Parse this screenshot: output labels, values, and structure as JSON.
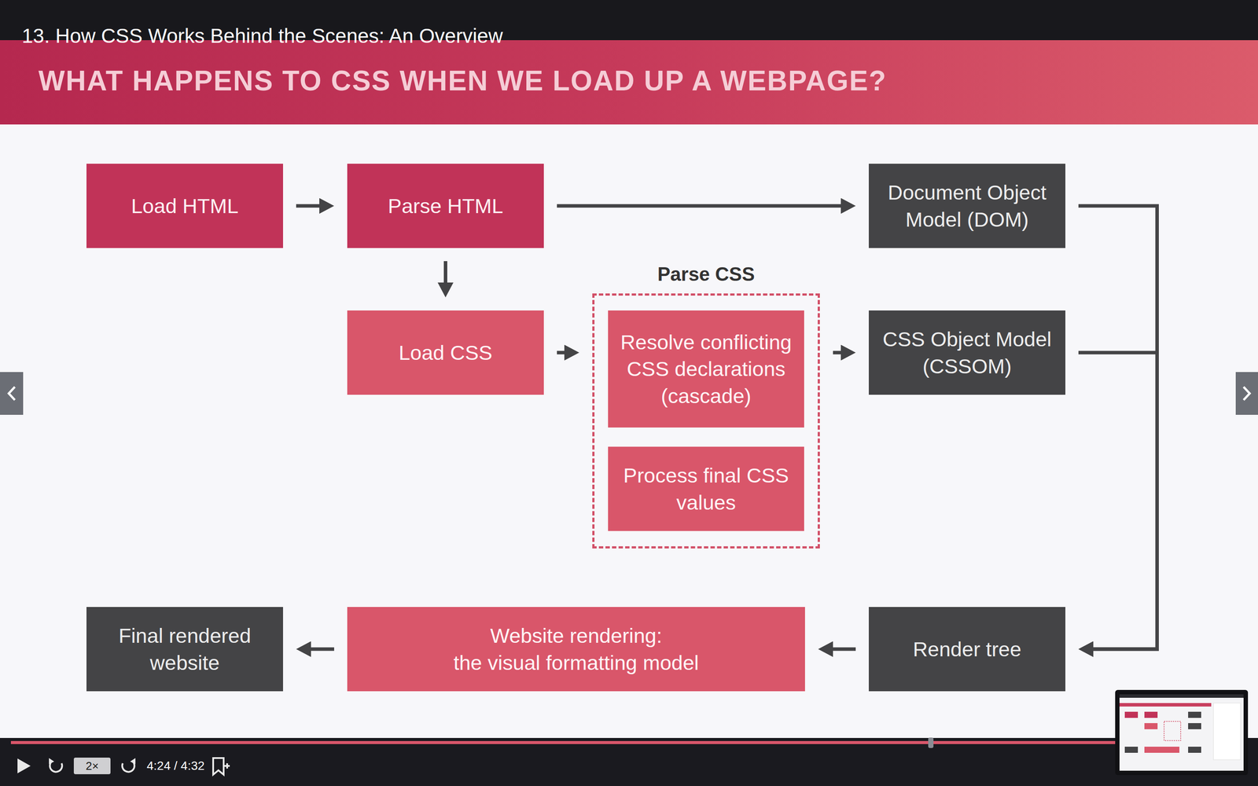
{
  "diagram": {
    "title": "WHAT HAPPENS TO CSS WHEN WE LOAD UP A WEBPAGE?",
    "nodes": [
      {
        "text": [
          "Load HTML"
        ]
      },
      {
        "text": [
          "Parse HTML"
        ]
      },
      {
        "text": [
          "Document Object Model (DOM)"
        ]
      },
      {
        "text": [
          "Load CSS"
        ]
      },
      {
        "text": [
          "Parse CSS"
        ]
      },
      {
        "text": [
          "Resolve conflicting CSS declarations (cascade)"
        ],
        "in": 4
      },
      {
        "text": [
          "Process final CSS values"
        ],
        "in": 4
      },
      {
        "text": [
          "CSS Object Model (CSSOM)"
        ]
      },
      {
        "text": [
          "Final rendered website"
        ]
      },
      {
        "text": [
          "Website rendering:",
          "the visual formatting model"
        ]
      },
      {
        "text": [
          "Render tree"
        ]
      }
    ],
    "edges": [
      {
        "from": 0,
        "to": 1,
        "arrow": "to"
      },
      {
        "from": 1,
        "to": 2,
        "arrow": "to"
      },
      {
        "from": 1,
        "to": 3,
        "arrow": "to"
      },
      {
        "from": 3,
        "to": 4,
        "arrow": "to"
      },
      {
        "from": 4,
        "to": 7,
        "arrow": "to"
      },
      {
        "from": 2,
        "to": 10,
        "arrow": "to"
      },
      {
        "from": 7,
        "to": 10,
        "arrow": "to"
      },
      {
        "from": 10,
        "to": 9,
        "arrow": "to"
      },
      {
        "from": 9,
        "to": 8,
        "arrow": "to"
      }
    ],
    "labels": [
      "13. How CSS Works Behind the Scenes: An Overview",
      "2×",
      "4:24 / 4:32"
    ]
  }
}
